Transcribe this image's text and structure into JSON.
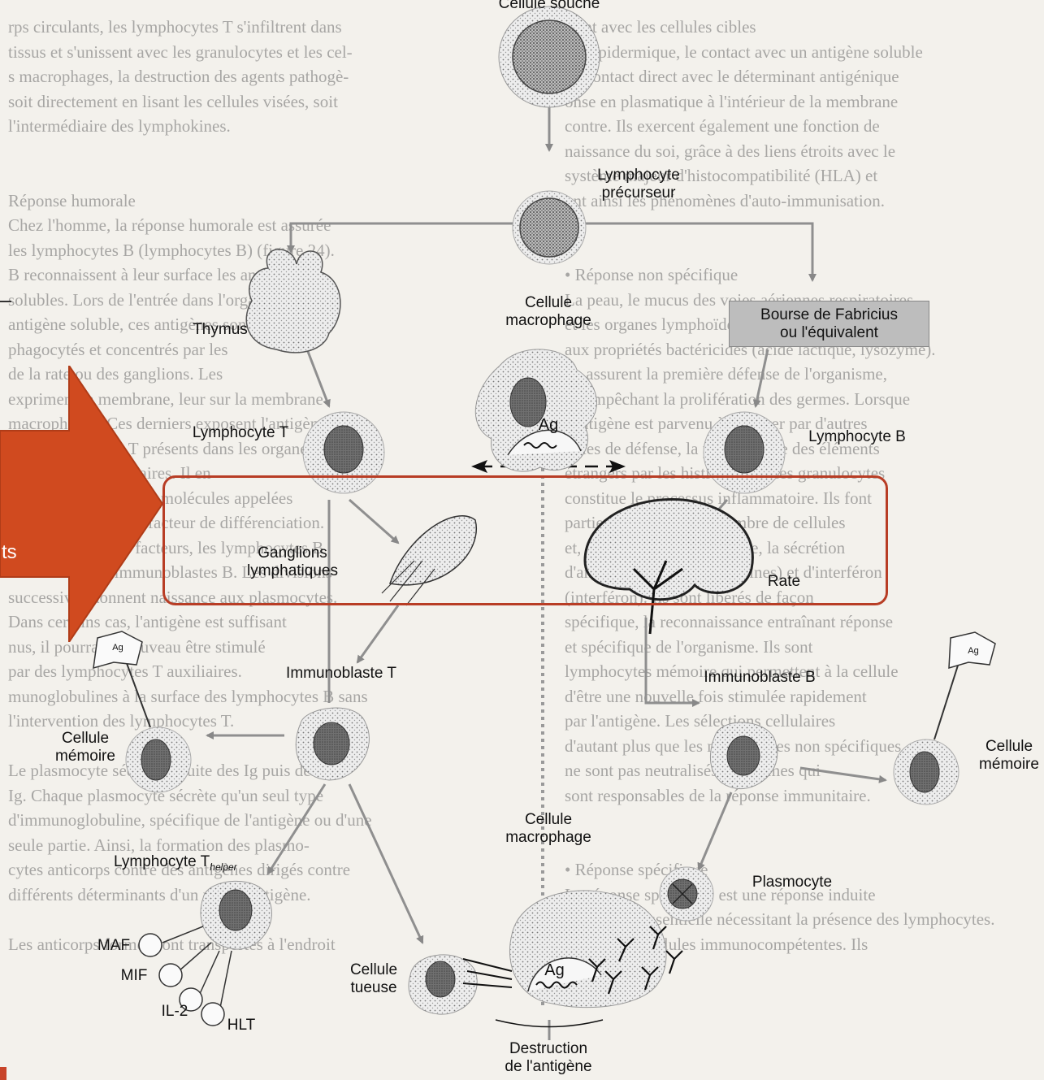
{
  "background_text": {
    "left": [
      "rps circulants, les lymphocytes T s'infiltrent dans",
      "tissus et s'unissent avec les granulocytes et les cel-",
      "s macrophages, la destruction des agents pathogè-",
      "soit directement en lisant les cellules visées, soit",
      "l'intermédiaire des lymphokines.",
      "",
      "",
      "Réponse humorale",
      "Chez l'homme, la réponse humorale est assurée",
      "les lymphocytes B (lymphocytes B) (figure 24).",
      "B reconnaissent à leur surface les antigènes",
      "solubles. Lors de l'entrée dans l'orga-",
      "antigène soluble, ces antigènes sont",
      "phagocytés et concentrés par les",
      "de la rate ou des ganglions. Les",
      "expriment la membrane, leur sur la membrane",
      "macrophages. Ces derniers exposent l'antigène",
      "aux lymphocytes T présents dans les organes",
      "lymphoïdes secondaires. Il en",
      "résulte la sécrétion de molécules appelées",
      "interleukines par un facteur de différenciation.",
      "Sous l'effet de ces facteurs, les lymphocytes B",
      "deviennent des immunoblastes B. Les divisions",
      "successives donnent naissance aux plasmocytes.",
      "Dans certains cas, l'antigène est suffisant",
      "nus, il pourra de nouveau être stimulé",
      "par des lymphocytes T auxiliaires.",
      "munoglobulines à la surface des lymphocytes B sans",
      "l'intervention des lymphocytes T.",
      "",
      "Le plasmocyte sécrète ensuite des Ig puis des",
      "Ig. Chaque plasmocyte sécrète qu'un seul type",
      "d'immunoglobuline, spécifique de l'antigène ou d'une",
      "seule partie. Ainsi, la formation des plasmo-",
      "cytes anticorps contre des antigènes dirigés contre",
      "différents déterminants d'un même antigène.",
      "",
      "Les anticorps formés sont transportés à l'endroit"
    ],
    "right": [
      "isent avec les cellules cibles",
      "ont épidermique, le contact avec un antigène soluble",
      "en contact direct avec le déterminant antigénique",
      "onse en plasmatique à l'intérieur de la membrane",
      "contre. Ils exercent également une fonction de",
      "naissance du soi, grâce à des liens étroits avec le",
      "système majeur d'histocompatibilité (HLA) et",
      "ont ainsi les phénomènes d'auto-immunisation.",
      "",
      "",
      "• Réponse non spécifique",
      "La peau, le mucus des voies aériennes respiratoires",
      "et les organes lymphoïdes sécrètent des produits",
      "aux propriétés bactéricides (acide lactique, lysozyme).",
      "Ils assurent la première défense de l'organisme,",
      "en empêchant la prolifération des germes. Lorsque",
      "l'antigène est parvenu à pénétrer par d'autres",
      "voies de défense, la phagocytose des éléments",
      "étrangers par les histiocytes et les granulocytes",
      "constitue le processus inflammatoire. Ils font",
      "partie d'un plus grand nombre de cellules",
      "et, de façon plus particulière, la sécrétion",
      "d'anticorps (immunoglobulines) et d'interféron",
      "(interféron). Ils sont libérés de façon",
      "spécifique, la reconnaissance entraînant réponse",
      "et spécifique de l'organisme. Ils sont",
      "lymphocytes mémoire qui permettent à la cellule",
      "d'être une nouvelle fois stimulée rapidement",
      "par l'antigène. Les sélections cellulaires",
      "d'autant plus que les mécanismes non spécifiques",
      "ne sont pas neutralisés les germes qui",
      "sont responsables de la réponse immunitaire.",
      "",
      "",
      "• Réponse spécifique",
      "La réponse spécifique est une réponse induite",
      "ayant pour essentielle nécessitant la présence des lymphocytes.",
      "Ce sont les cellules immunocompétentes. Ils"
    ]
  },
  "labels": {
    "cellule_souche": "Cellule souche",
    "lymphocyte_precurseur": "Lymphocyte\nprécurseur",
    "thymus": "Thymus",
    "cellule_macrophage_top": "Cellule\nmacrophage",
    "bourse": "Bourse de Fabricius\nou l'équivalent",
    "ag_top": "Ag",
    "lymphocyte_t": "Lymphocyte T",
    "lymphocyte_b": "Lymphocyte B",
    "ganglions": "Ganglions\nlymphatiques",
    "rate": "Rate",
    "ag_flag_left": "Ag",
    "ag_flag_right": "Ag",
    "immunoblaste_t": "Immunoblaste T",
    "immunoblaste_b": "Immunoblaste B",
    "cellule_memoire_left": "Cellule\nmémoire",
    "cellule_memoire_right": "Cellule\nmémoire",
    "cellule_macrophage_bottom": "Cellule\nmacrophage",
    "lymphocyte_thelper": "Lymphocyte T",
    "helper_sub": "helper",
    "plasmocyte": "Plasmocyte",
    "maf": "MAF",
    "mif": "MIF",
    "il2": "IL-2",
    "hlt": "HLT",
    "cellule_tueuse": "Cellule\ntueuse",
    "ag_bottom": "Ag",
    "destruction": "Destruction\nde l'antigène"
  },
  "overlay": {
    "arrow_text": "ts",
    "arrow_color": "#d04a1f",
    "highlight_color": "#b83d25"
  },
  "colors": {
    "box_fill": "#bdbdbd",
    "page_bg": "#f3f1ec"
  }
}
